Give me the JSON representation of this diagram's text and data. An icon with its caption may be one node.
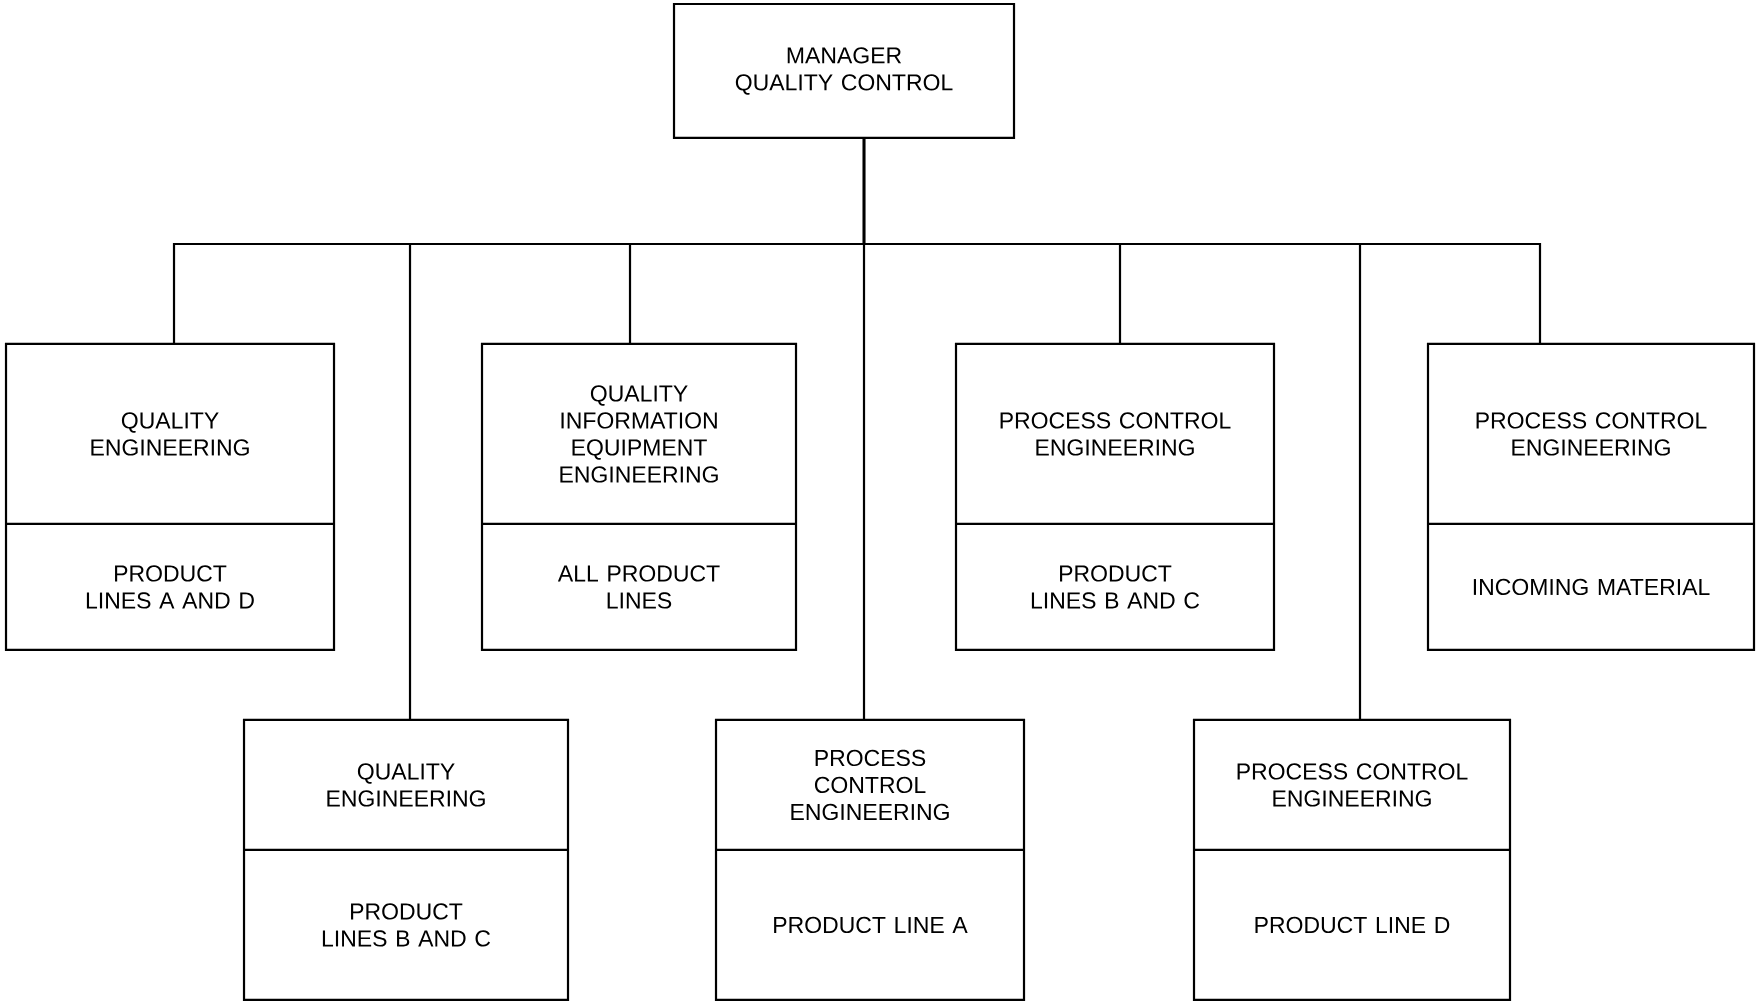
{
  "diagram": {
    "nodes": [
      {
        "text": [
          "MANAGER QUALITY CONTROL"
        ]
      },
      {
        "text": [
          "QUALITY ENGINEERING",
          "PRODUCT LINES A AND D"
        ]
      },
      {
        "text": [
          "QUALITY INFORMATION EQUIPMENT ENGINEERING",
          "ALL PRODUCT LINES"
        ]
      },
      {
        "text": [
          "PROCESS CONTROL ENGINEERING",
          "PRODUCT LINES B AND C"
        ]
      },
      {
        "text": [
          "PROCESS CONTROL ENGINEERING",
          "INCOMING MATERIAL"
        ]
      },
      {
        "text": [
          "QUALITY ENGINEERING",
          "PRODUCT LINES B AND C"
        ]
      },
      {
        "text": [
          "PROCESS CONTROL ENGINEERING",
          "PRODUCT LINE A"
        ]
      },
      {
        "text": [
          "PROCESS CONTROL ENGINEERING",
          "PRODUCT LINE D"
        ]
      }
    ],
    "edges": [
      {
        "from": 0,
        "to": 1,
        "arrow": "none"
      },
      {
        "from": 0,
        "to": 5,
        "arrow": "none"
      },
      {
        "from": 0,
        "to": 2,
        "arrow": "none"
      },
      {
        "from": 0,
        "to": 6,
        "arrow": "none"
      },
      {
        "from": 0,
        "to": 3,
        "arrow": "none"
      },
      {
        "from": 0,
        "to": 7,
        "arrow": "none"
      },
      {
        "from": 0,
        "to": 4,
        "arrow": "none"
      }
    ]
  }
}
